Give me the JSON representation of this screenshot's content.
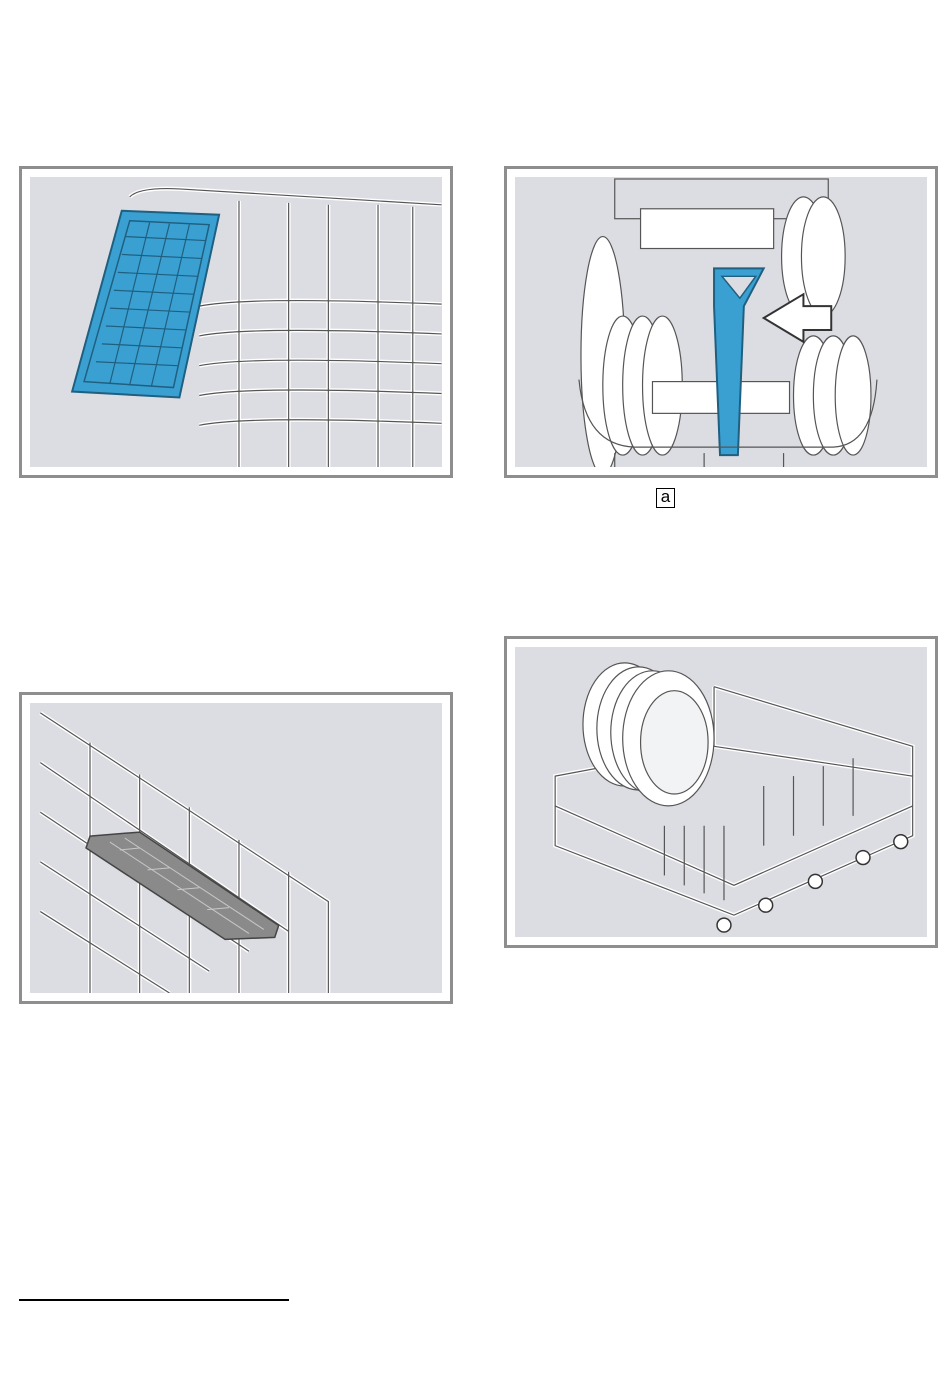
{
  "figures": [
    {
      "id": "cutlery-tray-in-upper-basket",
      "icon": "cutlery-basket-illustration",
      "accent": "#3aa0d2"
    },
    {
      "id": "loaded-upper-basket",
      "icon": "loaded-rack-illustration",
      "accent": "#3aa0d2"
    },
    {
      "id": "rack-insert",
      "icon": "rack-insert-illustration",
      "accent": "#8a8a8a"
    },
    {
      "id": "lower-basket-with-plates",
      "icon": "plate-rack-illustration",
      "accent": "#ffffff"
    }
  ],
  "callout": {
    "label": "a"
  },
  "colors": {
    "panel_background": "#dcdde2",
    "frame": "#8e8e8e",
    "wire": "#ffffff",
    "outline": "#555555"
  }
}
